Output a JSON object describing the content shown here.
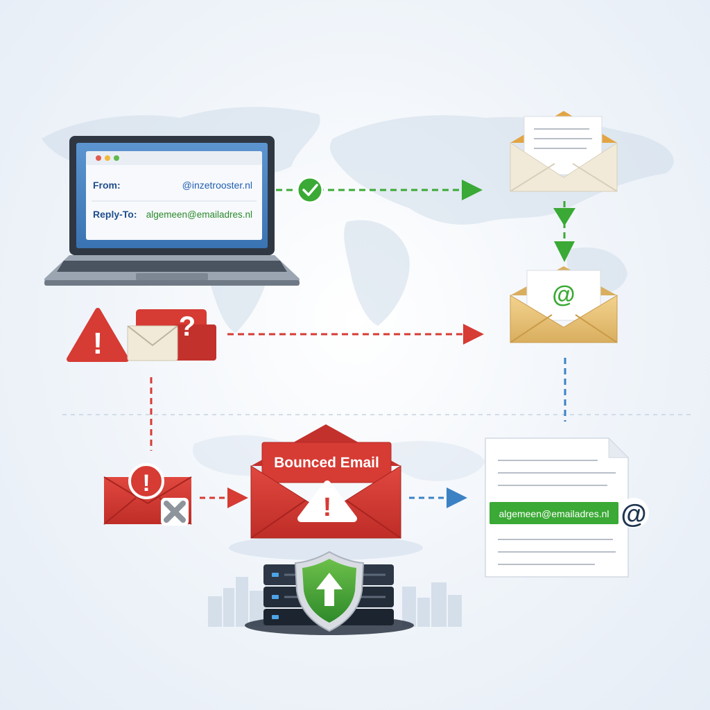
{
  "email": {
    "from_label": "From:",
    "from_value": "@inzetrooster.nl",
    "reply_to_label": "Reply-To:",
    "reply_to_value": "algemeen@emailadres.nl"
  },
  "bounce": {
    "title": "Bounced Email"
  },
  "document": {
    "highlight_address": "algemeen@emailadres.nl"
  },
  "icons": {
    "question": "?",
    "exclamation": "!",
    "at": "@"
  },
  "colors": {
    "success": "#3aa935",
    "error": "#d63b34",
    "info": "#3b82c4",
    "envelope_cream": "#f1ead8",
    "envelope_gold": "#e9c67b"
  }
}
